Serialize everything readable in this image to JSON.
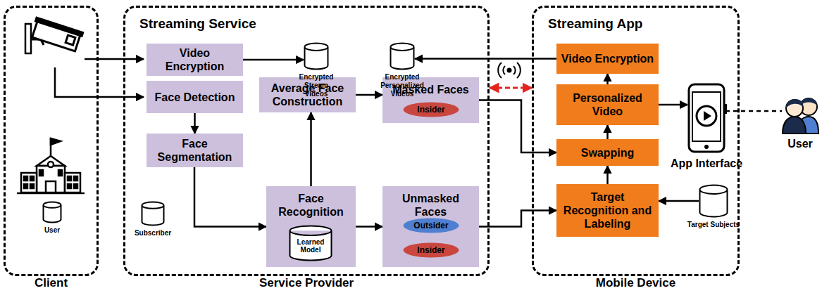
{
  "diagram": {
    "nodes": [
      {
        "text": [
          "Client"
        ]
      },
      {
        "text": [
          "User"
        ],
        "in": 0
      },
      {
        "text": [
          "Streaming Service",
          "Service Provider"
        ]
      },
      {
        "text": [
          "Video Encryption"
        ],
        "in": 2
      },
      {
        "text": [
          "Face Detection"
        ],
        "in": 2
      },
      {
        "text": [
          "Face Segmentation"
        ],
        "in": 2
      },
      {
        "text": [
          "Average Face Construction"
        ],
        "in": 2
      },
      {
        "text": [
          "Face Recognition"
        ],
        "in": 2
      },
      {
        "text": [
          "Learned Model"
        ],
        "in": 7
      },
      {
        "text": [
          "Masked Faces"
        ],
        "in": 2
      },
      {
        "text": [
          "Insider"
        ],
        "in": 9
      },
      {
        "text": [
          "Unmasked Faces"
        ],
        "in": 2
      },
      {
        "text": [
          "Outsider"
        ],
        "in": 11
      },
      {
        "text": [
          "Insider"
        ],
        "in": 11
      },
      {
        "text": [
          "Encrypted Stream Videos"
        ],
        "in": 2
      },
      {
        "text": [
          "Encrypted Personalized Videos"
        ],
        "in": 2
      },
      {
        "text": [
          "Subscriber"
        ],
        "in": 2
      },
      {
        "text": [
          "Streaming App",
          "Mobile Device"
        ]
      },
      {
        "text": [
          "Video Encryption"
        ],
        "in": 17
      },
      {
        "text": [
          "Personalized Video"
        ],
        "in": 17
      },
      {
        "text": [
          "Swapping"
        ],
        "in": 17
      },
      {
        "text": [
          "Target Recognition and Labeling"
        ],
        "in": 17
      },
      {
        "text": [
          "Target Subjects"
        ],
        "in": 17
      },
      {
        "text": [
          "App Interface"
        ],
        "in": 17
      },
      {
        "text": [
          "User"
        ]
      }
    ],
    "edges": [
      {
        "from": 3,
        "to": 14,
        "arrow": "to"
      },
      {
        "from": 4,
        "to": 5,
        "arrow": "to"
      },
      {
        "from": 5,
        "to": 7,
        "arrow": "to"
      },
      {
        "from": 7,
        "to": 6,
        "arrow": "to"
      },
      {
        "from": 6,
        "to": 9,
        "arrow": "to"
      },
      {
        "from": 7,
        "to": 11,
        "arrow": "to"
      },
      {
        "from": 9,
        "to": 20,
        "arrow": "to"
      },
      {
        "from": 11,
        "to": 21,
        "arrow": "to"
      },
      {
        "from": 22,
        "to": 21,
        "arrow": "to"
      },
      {
        "from": 21,
        "to": 20,
        "arrow": "to"
      },
      {
        "from": 20,
        "to": 19,
        "arrow": "to"
      },
      {
        "from": 19,
        "to": 18,
        "arrow": "to"
      },
      {
        "from": 18,
        "to": 15,
        "arrow": "to"
      },
      {
        "from": 19,
        "to": 23,
        "arrow": "to"
      },
      {
        "from": 23,
        "to": 24,
        "arrow": "none"
      },
      {
        "from": 2,
        "to": 17,
        "arrow": "both"
      }
    ]
  }
}
